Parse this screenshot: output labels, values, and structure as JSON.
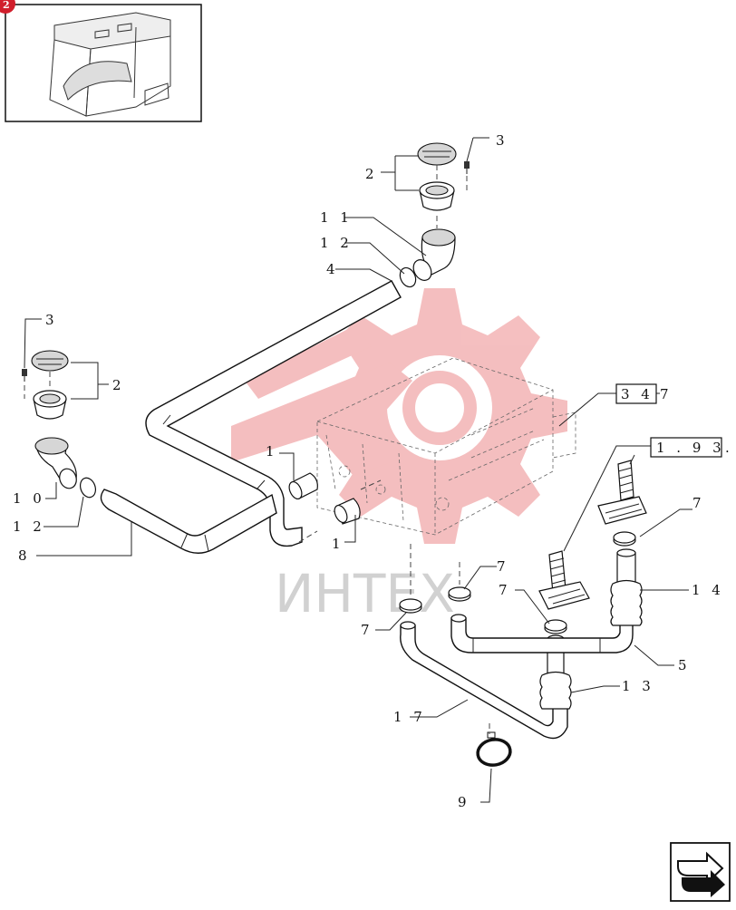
{
  "corner_badge": "2",
  "watermark": {
    "text": "ИНТЕХ",
    "color": "#e0393a"
  },
  "labels": {
    "l3_top": "3",
    "l2_top": "2",
    "l11_top": "1 1",
    "l12_top": "1 2",
    "l4": "4",
    "l3_left": "3",
    "l2_left": "2",
    "l1_upper": "1",
    "l1_lower": "1",
    "l10": "1 0",
    "l12_left": "1 2",
    "l8": "8",
    "l7_a": "7",
    "l7_b": "7",
    "l7_c": "7",
    "l7_d": "7",
    "l14": "1 4",
    "l5": "5",
    "l13": "1 3",
    "l17": "1 7",
    "l9": "9"
  },
  "ref_boxes": {
    "ref1": {
      "boxed": "3 4",
      "suffix": "7"
    },
    "ref2": {
      "boxed": "1 . 9 3",
      "suffix": "."
    }
  },
  "icons": [
    "cab-thumbnail",
    "watermark-gear-logo",
    "next-page-arrow-icon"
  ]
}
